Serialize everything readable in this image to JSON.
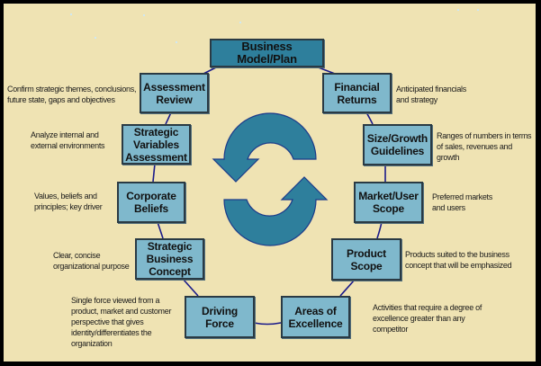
{
  "diagram": {
    "title": "Business Model/Plan",
    "center_icon": "cycle-arrows-icon",
    "colors": {
      "background": "#efe3b3",
      "main_box": "#2e7f9c",
      "step_box": "#7fb8cc",
      "connector": "#1a1a8a",
      "arrows": "#2e7f9c"
    },
    "steps": [
      {
        "id": "assessment-review",
        "label": "Assessment\nReview",
        "note": "Confirm strategic themes, conclusions,\nfuture state,  gaps and objectives"
      },
      {
        "id": "strategic-variables-assessment",
        "label": "Strategic\nVariables\nAssessment",
        "note": "Analyze internal and\nexternal environments"
      },
      {
        "id": "corporate-beliefs",
        "label": "Corporate\nBeliefs",
        "note": "Values, beliefs and\nprinciples; key driver"
      },
      {
        "id": "strategic-business-concept",
        "label": "Strategic\nBusiness\nConcept",
        "note": "Clear, concise\norganizational purpose"
      },
      {
        "id": "driving-force",
        "label": "Driving\nForce",
        "note": "Single force viewed from a\nproduct, market and customer\nperspective that gives\nidentity/differentiates the\norganization"
      },
      {
        "id": "areas-of-excellence",
        "label": "Areas of\nExcellence",
        "note": "Activities that require a degree of\nexcellence greater than any\ncompetitor"
      },
      {
        "id": "product-scope",
        "label": "Product\nScope",
        "note": "Products suited to the business\nconcept that will be emphasized"
      },
      {
        "id": "market-user-scope",
        "label": "Market/User\nScope",
        "note": "Preferred markets\nand users"
      },
      {
        "id": "size-growth-guidelines",
        "label": "Size/Growth\nGuidelines",
        "note": "Ranges of numbers in terms\nof sales, revenues and\ngrowth"
      },
      {
        "id": "financial-returns",
        "label": "Financial\nReturns",
        "note": "Anticipated financials\nand strategy"
      }
    ]
  }
}
